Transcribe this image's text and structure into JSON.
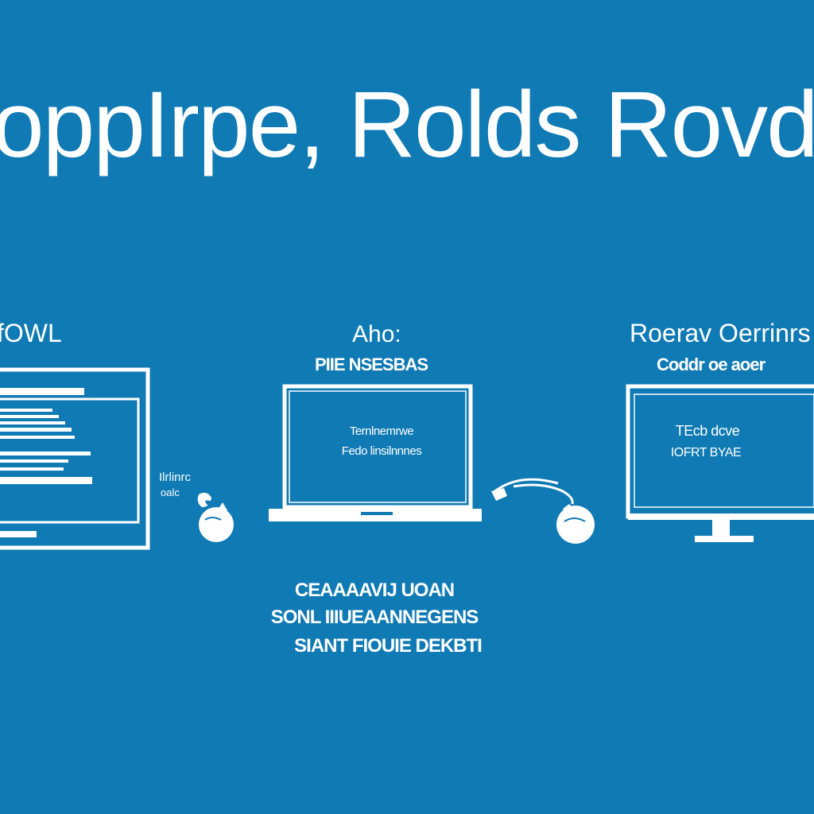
{
  "headline": "oppIrpe, Rolds RovdWors",
  "left_device": {
    "label": "fOWL",
    "connector_caption_line1": "Ilrlinrc",
    "connector_caption_line2": "oalc"
  },
  "center_device": {
    "label": "Aho:",
    "sublabel": "PIIE NSESBAS",
    "screen_line1": "Ternlnemrwe",
    "screen_line2": "Fedo linsilnnnes"
  },
  "right_device": {
    "label": "Roerav Oerrinrs",
    "sublabel": "Coddr oe aoer",
    "screen_line1": "TEcb dcve",
    "screen_line2": "IOFRT BYAE"
  },
  "footer": {
    "line1": "CEAAAAVIJ UOAN",
    "line2": "SONL IIIUEAANNEGENS",
    "line3": "SIANT FIOUIE DEKBTI"
  },
  "colors": {
    "background": "#0f7ab4",
    "foreground": "#ffffff"
  }
}
